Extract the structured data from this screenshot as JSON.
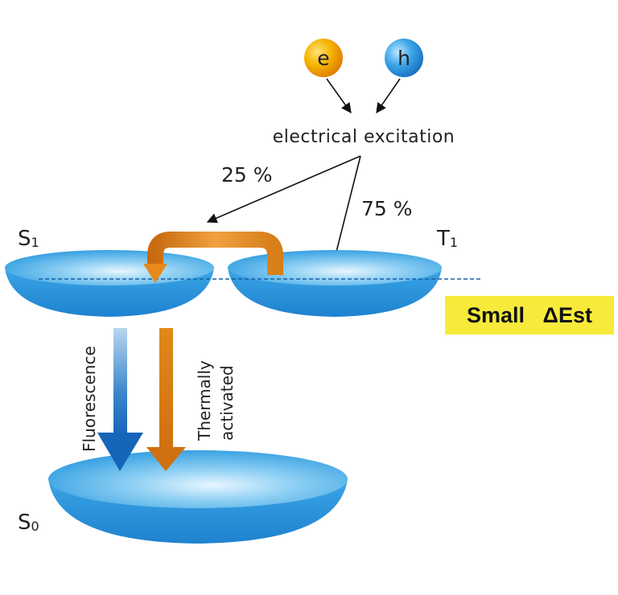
{
  "particles": {
    "electron": "e",
    "hole": "h"
  },
  "labels": {
    "excitation": "electrical excitation",
    "singlet_percent": "25 %",
    "triplet_percent": "75 %",
    "s1_base": "S",
    "s1_sub": "1",
    "t1_base": "T",
    "t1_sub": "1",
    "s0_base": "S",
    "s0_sub": "0",
    "fluorescence": "Fluorescence",
    "thermally_line1": "Thermally",
    "thermally_line2": "activated"
  },
  "badge": {
    "text": "Small   ΔEst"
  },
  "colors": {
    "electron": "#f5a800",
    "hole": "#1a8fd8",
    "dish": "#2b98dc",
    "fluorescence_arrow": "#1a6fc0",
    "thermal_arrow": "#d97f12",
    "badge_bg": "#f7ea3a",
    "dashed_line": "#1a5fa8"
  }
}
